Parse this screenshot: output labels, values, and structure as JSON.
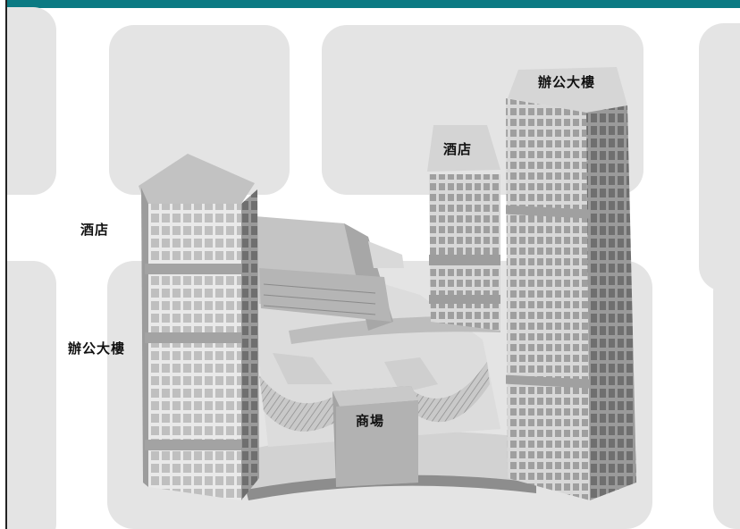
{
  "colors": {
    "header_bar": "#0b7a83",
    "block": "#e4e4e4",
    "building_light": "#d6d6d6",
    "building_mid": "#a9a9a9",
    "building_dark": "#6f6f6f"
  },
  "labels": {
    "hotel_left": "酒店",
    "office_left": "辦公大樓",
    "hotel_right": "酒店",
    "office_right": "辦公大樓",
    "mall": "商場"
  }
}
